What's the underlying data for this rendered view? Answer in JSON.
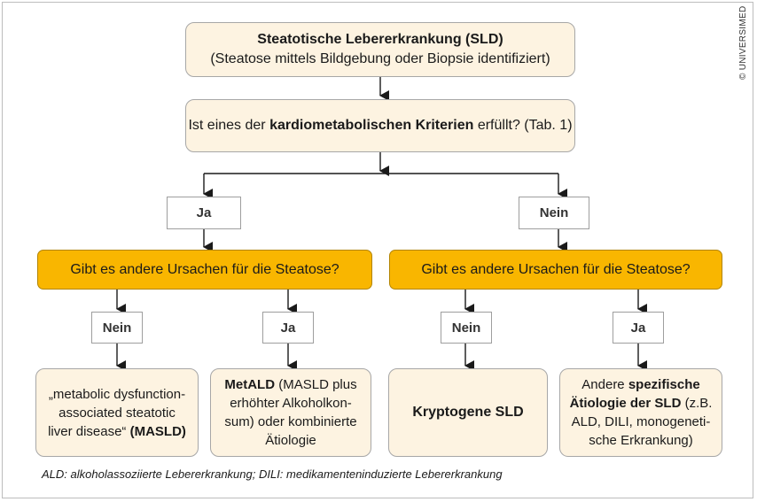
{
  "top": {
    "title": "Steatotische Lebererkrankung (SLD)",
    "subtitle": "(Steatose mittels Bildgebung oder Biopsie identifiziert)"
  },
  "question1": {
    "prefix": "Ist eines der ",
    "bold": "kardiometabolischen Kriterien",
    "suffix": " erfüllt? (Tab. 1)"
  },
  "branch_left_label": "Ja",
  "branch_right_label": "Nein",
  "question2_left": "Gibt es andere Ursachen für die Steatose?",
  "question2_right": "Gibt es andere Ursachen für die Steatose?",
  "sub_labels": [
    "Nein",
    "Ja",
    "Nein",
    "Ja"
  ],
  "outcomes": {
    "masld": {
      "line1": "„metabolic dysfunction-",
      "line2": "associated steatotic",
      "line3_plain": "liver disease“ ",
      "line3_bold": "(MASLD)"
    },
    "metald": {
      "line1_bold": "MetALD",
      "line1_plain": " (MASLD plus",
      "line2": "erhöhter Alkoholkon-",
      "line3": "sum) oder kombinierte",
      "line4": "Ätiologie"
    },
    "cryptogenic": {
      "text": "Kryptogene SLD"
    },
    "specific": {
      "line1_plain": "Andere ",
      "line1_bold": "spezifische",
      "line2_bold": "Ätiologie der SLD",
      "line2_plain": " (z.B.",
      "line3": "ALD, DILI, monogeneti-",
      "line4": "sche Erkrankung)"
    }
  },
  "footer": "ALD: alkoholassoziierte Lebererkrankung; DILI: medikamenteninduzierte Lebererkrankung",
  "copyright": "© UNIVERSIMED",
  "colors": {
    "cream": "#fdf3e1",
    "orange": "#f9b600",
    "line": "#1a1a1a"
  }
}
